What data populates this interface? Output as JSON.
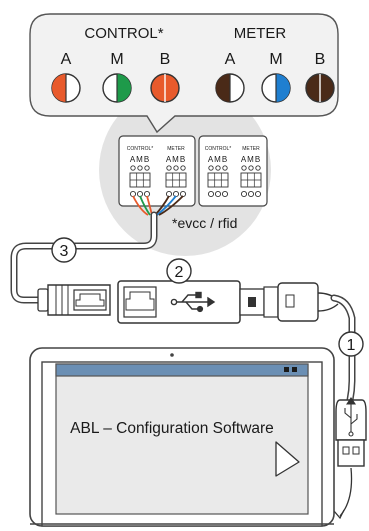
{
  "callout": {
    "control_title": "CONTROL*",
    "meter_title": "METER",
    "control_terminals": [
      "A",
      "M",
      "B"
    ],
    "meter_terminals": [
      "A",
      "M",
      "B"
    ],
    "control_colors": [
      "#e85a2c",
      "#1e9a4a",
      "#e85a2c"
    ],
    "meter_colors": [
      "#4a2a18",
      "#1f7fd0",
      "#4a2a18"
    ]
  },
  "module": {
    "control_label": "CONTROL*",
    "meter_label": "METER",
    "terminals_label": "AMB"
  },
  "footnote": "*evcc / rfid",
  "steps": [
    "1",
    "2",
    "3"
  ],
  "laptop": {
    "software_name": "ABL – Configuration Software"
  }
}
